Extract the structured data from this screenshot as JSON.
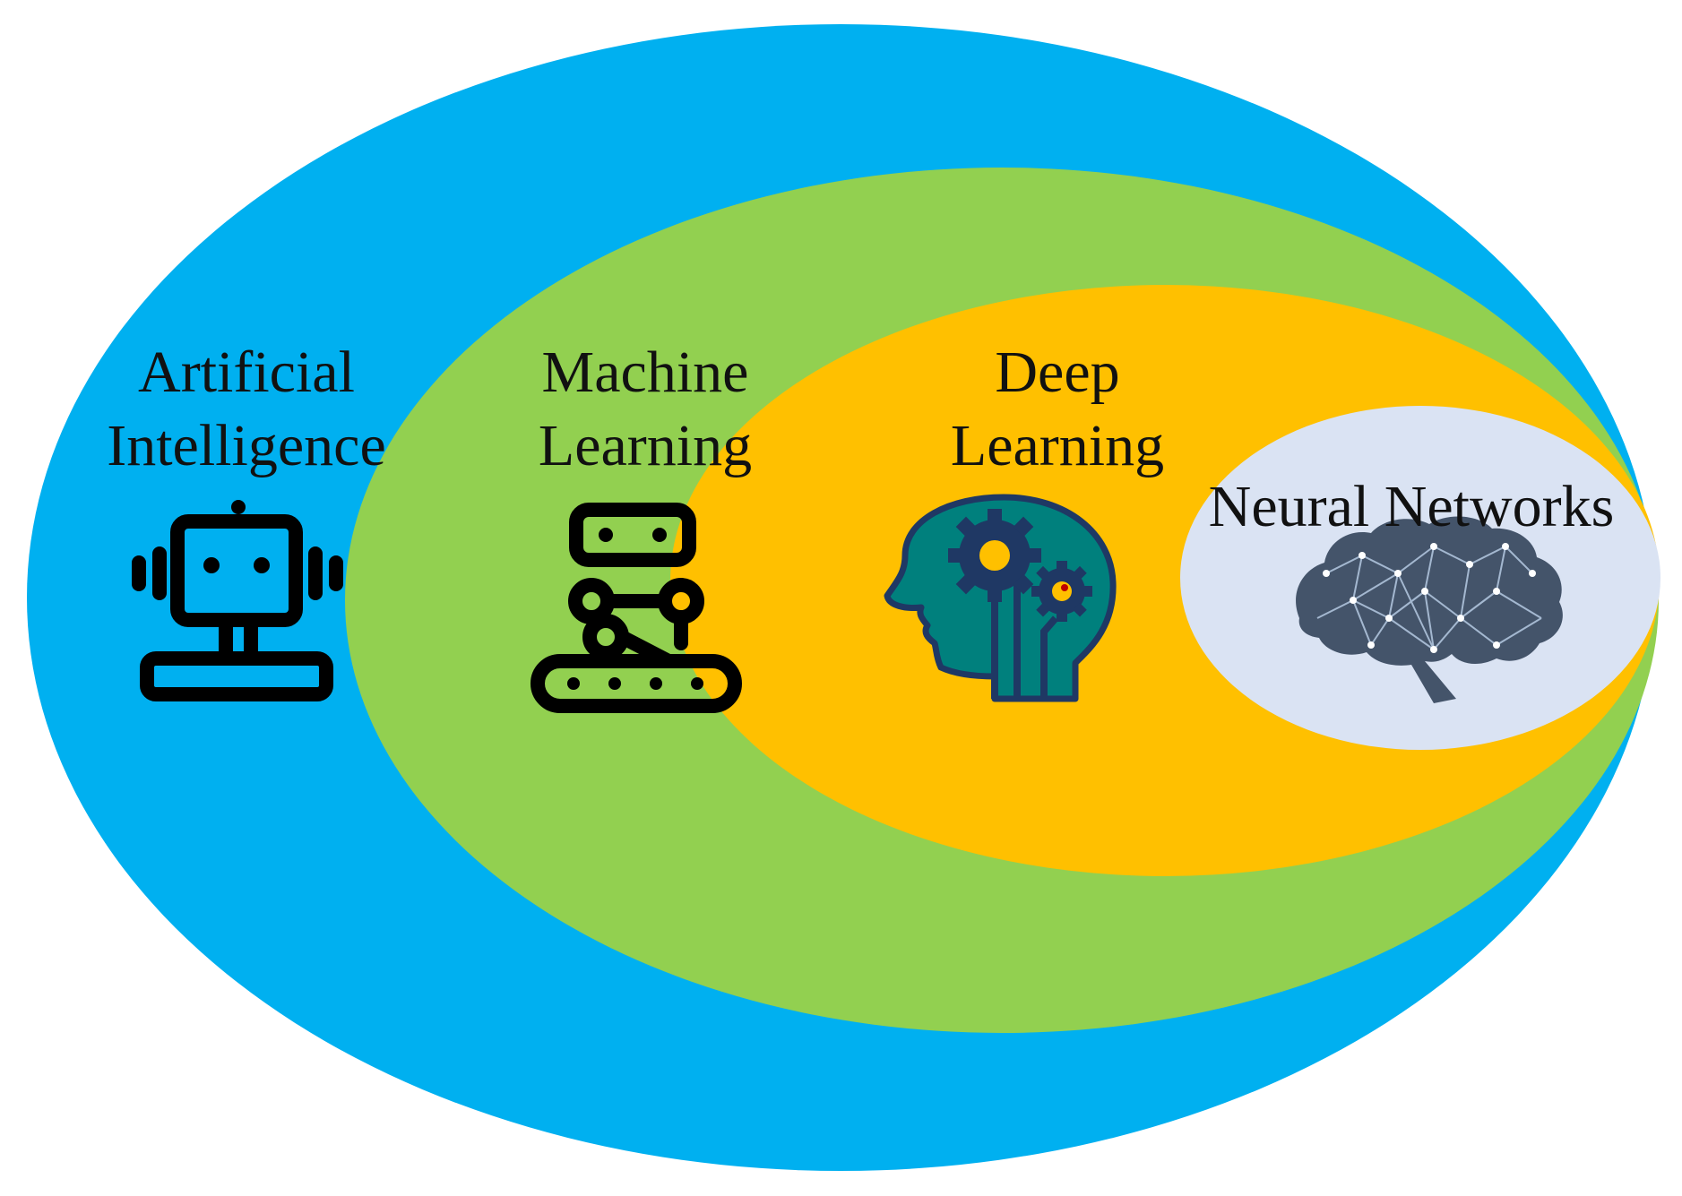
{
  "layers": {
    "ai": {
      "line1": "Artificial",
      "line2": "Intelligence",
      "fill": "#00B0F0",
      "icon": "robot-icon"
    },
    "ml": {
      "line1": "Machine",
      "line2": "Learning",
      "fill": "#92D050",
      "icon": "robotic-arm-icon"
    },
    "dl": {
      "line1": "Deep",
      "line2": "Learning",
      "fill": "#FFC000",
      "icon": "head-gears-icon"
    },
    "nn": {
      "line1": "Neural Networks",
      "fill": "#DAE3F3",
      "icon": "network-brain-icon"
    }
  },
  "colors": {
    "icon_dark": "#000000",
    "head_teal": "#00807D",
    "head_outline": "#1F3864",
    "gear_yellow": "#FFC000",
    "brain_slate": "#44546A"
  }
}
